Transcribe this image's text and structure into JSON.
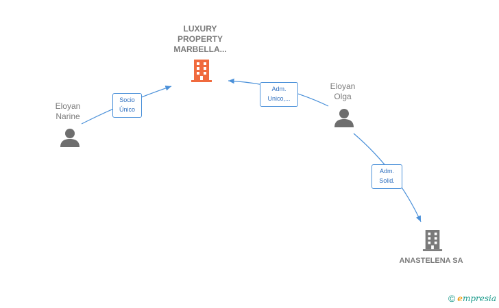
{
  "nodes": {
    "luxury": {
      "label": "LUXURY\nPROPERTY\nMARBELLA...",
      "kind": "company",
      "color": "#f06a3d"
    },
    "anastelena": {
      "label": "ANASTELENA SA",
      "kind": "company",
      "color": "#7a7a7a"
    },
    "narine": {
      "label": "Eloyan\nNarine",
      "kind": "person"
    },
    "olga": {
      "label": "Eloyan\nOlga",
      "kind": "person"
    }
  },
  "edges": {
    "narine_luxury": {
      "label": "Socio\nÚnico"
    },
    "olga_luxury": {
      "label": "Adm.\nUnico,..."
    },
    "olga_anastelena": {
      "label": "Adm.\nSolid."
    }
  },
  "colors": {
    "edge": "#4a90d9",
    "person_icon": "#6e6e6e"
  },
  "footer": {
    "copyright_symbol": "©",
    "brand_initial": "e",
    "brand_rest": "mpresia"
  }
}
